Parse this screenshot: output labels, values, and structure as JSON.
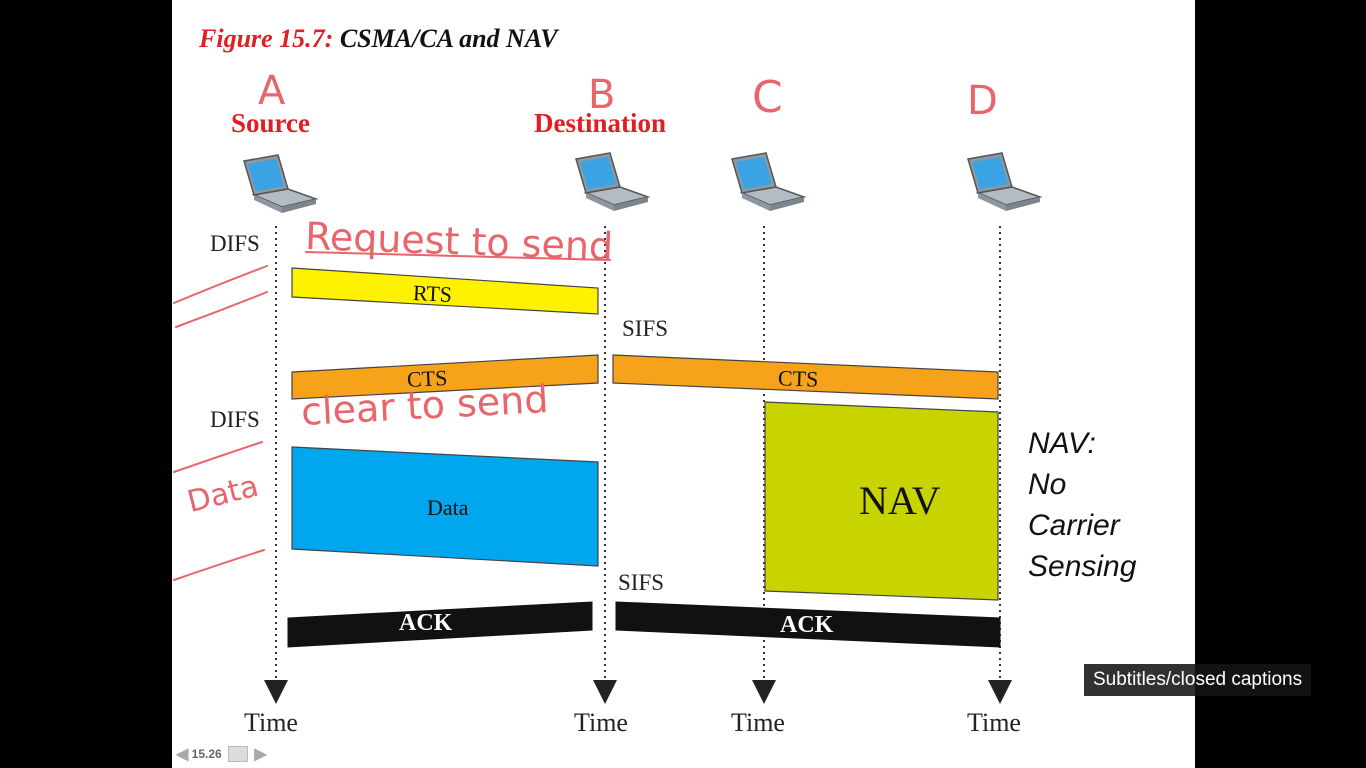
{
  "figure": {
    "number": "Figure 15.7:",
    "title": "CSMA/CA and NAV"
  },
  "stations": [
    {
      "label": "Source",
      "handwritten": "A"
    },
    {
      "label": "Destination",
      "handwritten": "B"
    },
    {
      "label": "",
      "handwritten": "C"
    },
    {
      "label": "",
      "handwritten": "D"
    }
  ],
  "annotations": {
    "difs": "DIFS",
    "sifs": "SIFS"
  },
  "frames": {
    "rts": "RTS",
    "cts": "CTS",
    "data": "Data",
    "ack": "ACK",
    "nav": "NAV"
  },
  "handwritten_notes": {
    "rts": "Request to send",
    "cts": "clear to send",
    "data": "Data"
  },
  "time_label": "Time",
  "nav_note": [
    "NAV:",
    "No",
    "Carrier",
    "Sensing"
  ],
  "slide_nav": {
    "page": "15.26"
  },
  "tooltip": "Subtitles/closed captions",
  "colors": {
    "rts": "#fff200",
    "cts": "#f7a21b",
    "data": "#00a6ee",
    "ack": "#111111",
    "nav": "#c8d400",
    "title_red": "#e01e24",
    "handwriting": "#e8656b"
  }
}
